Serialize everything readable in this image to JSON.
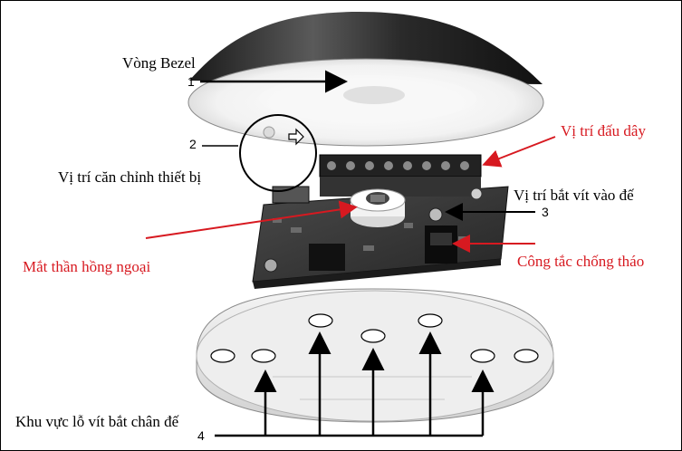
{
  "labels": {
    "bezel": "Vòng Bezel",
    "alignment": "Vị trí căn chỉnh thiết bị",
    "wiring": "Vị trí đấu dây",
    "mount_screw": "Vị trí bắt vít vào đế",
    "pir_eye": "Mắt thần hồng ngoại",
    "tamper": "Công tắc chống tháo",
    "base_holes": "Khu vực lỗ vít bắt chân đế"
  },
  "numbers": {
    "n1": "1",
    "n2": "2",
    "n3": "3",
    "n4": "4"
  },
  "colors": {
    "callout_red": "#d71920",
    "callout_black": "#000000",
    "bezel_dark": "#2f2f2f",
    "pcb_dark": "#3c3c3c",
    "base_light": "#e6e6e6"
  },
  "icons": [
    "outline-arrow-icon"
  ]
}
